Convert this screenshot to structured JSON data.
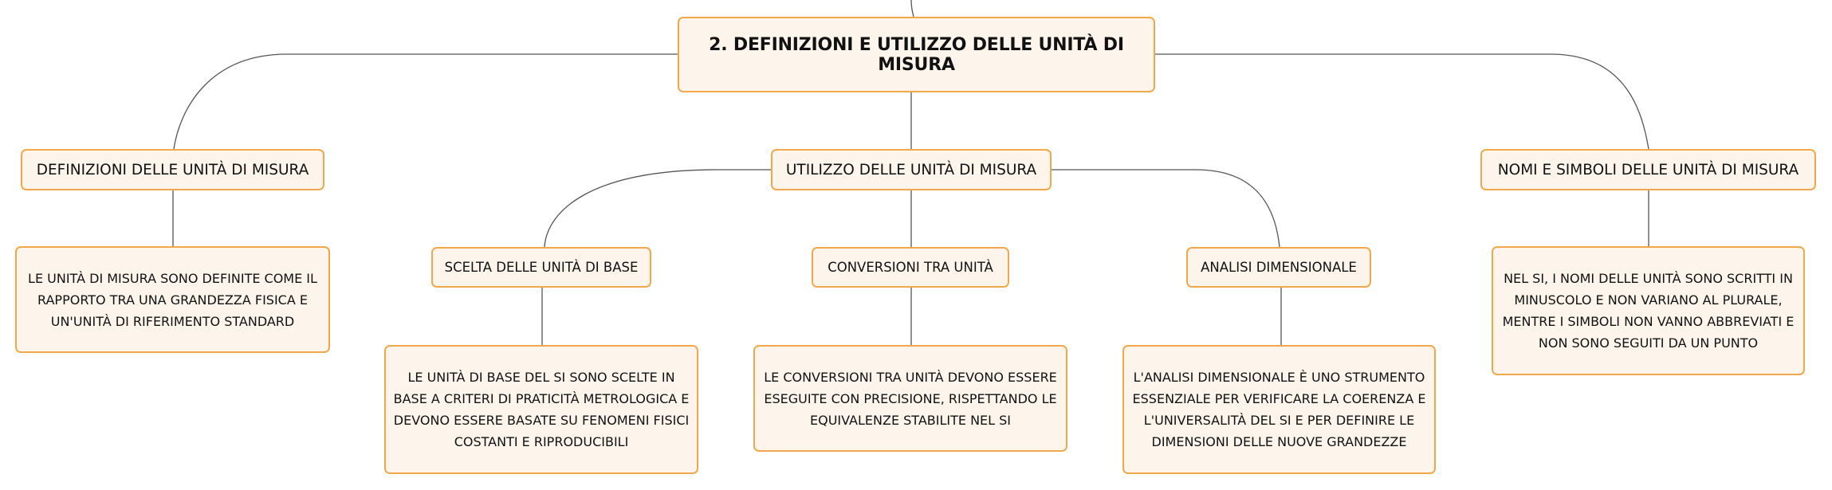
{
  "root": {
    "label": "2. DEFINIZIONI E UTILIZZO DELLE UNITÀ DI MISURA"
  },
  "branches": {
    "definizioni": {
      "label": "DEFINIZIONI DELLE UNITÀ DI MISURA",
      "detail": "LE UNITÀ DI MISURA SONO DEFINITE COME IL RAPPORTO TRA UNA GRANDEZZA FISICA E UN'UNITÀ DI RIFERIMENTO STANDARD"
    },
    "utilizzo": {
      "label": "UTILIZZO DELLE UNITÀ DI MISURA",
      "children": {
        "scelta": {
          "label": "SCELTA DELLE UNITÀ DI BASE",
          "detail": "LE UNITÀ DI BASE DEL SI SONO SCELTE IN BASE A CRITERI DI PRATICITÀ METROLOGICA E DEVONO ESSERE BASATE SU FENOMENI FISICI COSTANTI E RIPRODUCIBILI"
        },
        "conversioni": {
          "label": "CONVERSIONI TRA UNITÀ",
          "detail": "LE CONVERSIONI TRA UNITÀ DEVONO ESSERE ESEGUITE CON PRECISIONE, RISPETTANDO LE EQUIVALENZE STABILITE NEL SI"
        },
        "analisi": {
          "label": "ANALISI DIMENSIONALE",
          "detail": "L'ANALISI DIMENSIONALE È UNO STRUMENTO ESSENZIALE PER VERIFICARE LA COERENZA E L'UNIVERSALITÀ DEL SI E PER DEFINIRE LE DIMENSIONI DELLE NUOVE GRANDEZZE"
        }
      }
    },
    "nomi": {
      "label": "NOMI E SIMBOLI DELLE UNITÀ DI MISURA",
      "detail": "NEL SI, I NOMI DELLE UNITÀ SONO SCRITTI IN MINUSCOLO E NON VARIANO AL PLURALE, MENTRE I SIMBOLI NON VANNO ABBREVIATI E NON SONO SEGUITI DA UN PUNTO"
    }
  },
  "colors": {
    "node_border": "#f2a84a",
    "node_fill": "#fdf5ec",
    "connector": "#555555",
    "text": "#111111"
  }
}
